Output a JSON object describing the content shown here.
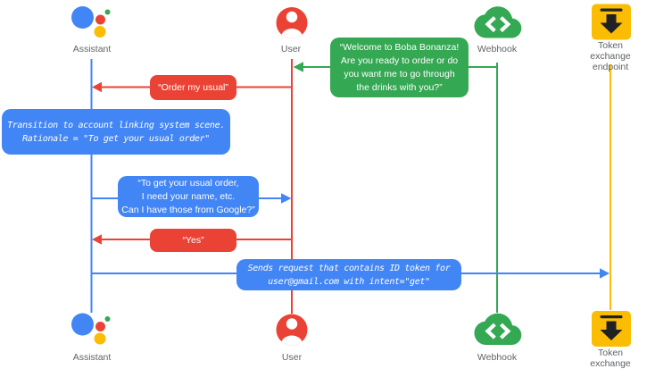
{
  "colors": {
    "blue": "#4285F4",
    "red": "#EA4335",
    "green": "#34A853",
    "yellow": "#FBBC04",
    "label_gray": "#5F6368",
    "icon_dark": "#202124",
    "text_white": "#ffffff"
  },
  "actors": {
    "assistant": {
      "label": "Assistant",
      "icon": "google-assistant-icon",
      "lifeline_color": "#4285F4"
    },
    "user": {
      "label": "User",
      "icon": "person-icon",
      "lifeline_color": "#EA4335"
    },
    "webhook": {
      "label": "Webhook",
      "icon": "code-cloud-icon",
      "lifeline_color": "#34A853"
    },
    "token_endpoint": {
      "label": "Token exchange\nendpoint",
      "icon": "archive-box-icon",
      "lifeline_color": "#FBBC04"
    }
  },
  "messages": [
    {
      "id": "welcome",
      "from": "webhook",
      "to": "user",
      "color": "green",
      "style": "speech",
      "text": "“Welcome to Boba Bonanza!\nAre you ready to order or do\nyou want me to go through\nthe drinks with you?”"
    },
    {
      "id": "order-my-usual",
      "from": "user",
      "to": "assistant",
      "color": "red",
      "style": "speech",
      "text": "“Order my usual”"
    },
    {
      "id": "transition-note",
      "on": "assistant",
      "color": "blue",
      "style": "mono",
      "text": "Transition to account linking system scene.\nRationale = \"To get your usual order\""
    },
    {
      "id": "ask-google",
      "from": "assistant",
      "to": "user",
      "color": "blue",
      "style": "speech",
      "text": "“To get your usual order,\nI need your name, etc.\nCan I have those from Google?”"
    },
    {
      "id": "yes",
      "from": "user",
      "to": "assistant",
      "color": "red",
      "style": "speech",
      "text": "“Yes”"
    },
    {
      "id": "send-request",
      "from": "assistant",
      "to": "token_endpoint",
      "color": "blue",
      "style": "mono",
      "text": "Sends request that contains ID token for\nuser@gmail.com with intent=\"get\""
    }
  ]
}
